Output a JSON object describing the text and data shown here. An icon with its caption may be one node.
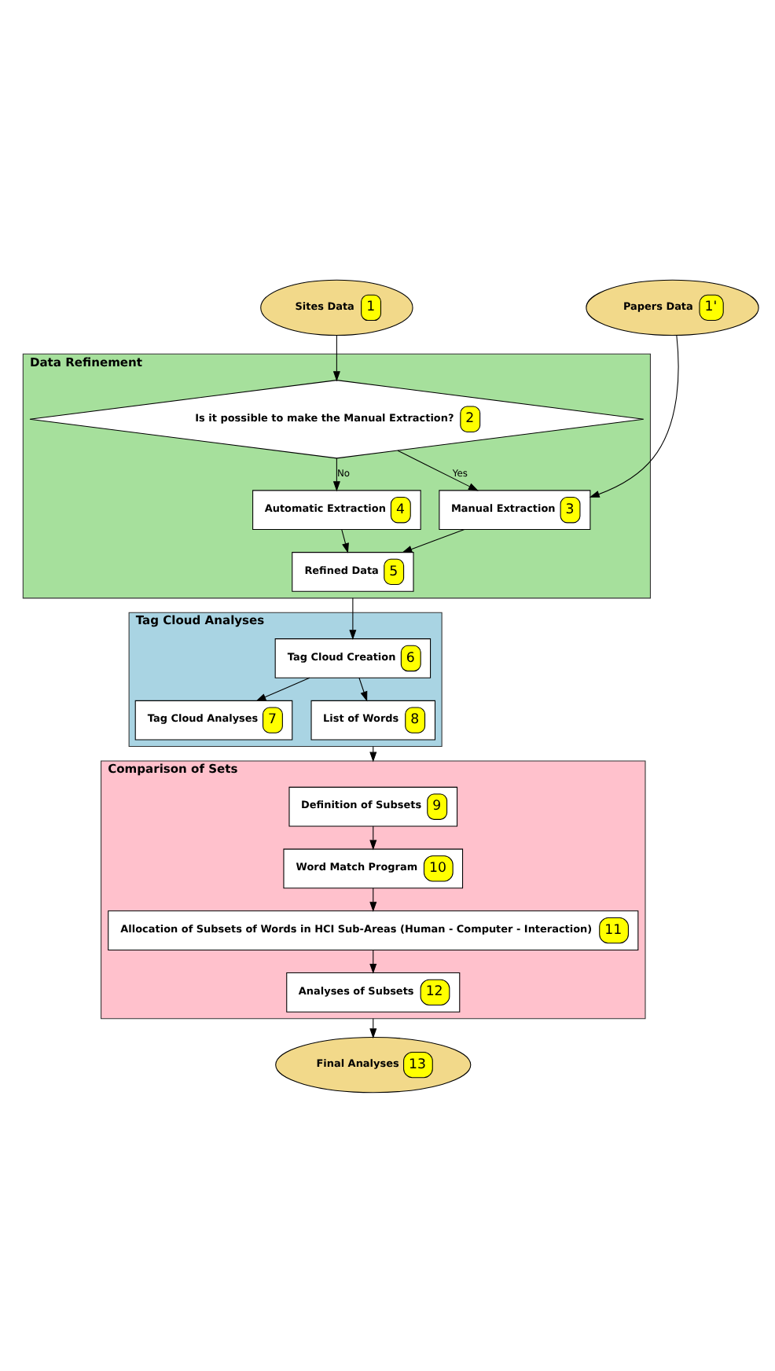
{
  "diagram": {
    "nodes": [
      {
        "text": [
          "Sites Data",
          "1"
        ]
      },
      {
        "text": [
          "Papers Data",
          "1'"
        ]
      },
      {
        "text": [
          "Data Refinement"
        ]
      },
      {
        "text": [
          "Is it possible to make the Manual Extraction?",
          "2"
        ],
        "in": 2
      },
      {
        "text": [
          "Automatic Extraction",
          "4"
        ],
        "in": 2
      },
      {
        "text": [
          "Manual Extraction",
          "3"
        ],
        "in": 2
      },
      {
        "text": [
          "Refined Data",
          "5"
        ],
        "in": 2
      },
      {
        "text": [
          "Tag Cloud Analyses"
        ]
      },
      {
        "text": [
          "Tag Cloud Creation",
          "6"
        ],
        "in": 7
      },
      {
        "text": [
          "Tag Cloud Analyses",
          "7"
        ],
        "in": 7
      },
      {
        "text": [
          "List of Words",
          "8"
        ],
        "in": 7
      },
      {
        "text": [
          "Comparison of Sets"
        ]
      },
      {
        "text": [
          "Definition of Subsets",
          "9"
        ],
        "in": 11
      },
      {
        "text": [
          "Word Match Program",
          "10"
        ],
        "in": 11
      },
      {
        "text": [
          "Allocation of Subsets of Words in HCI Sub-Areas (Human - Computer - Interaction)",
          "11"
        ],
        "in": 11
      },
      {
        "text": [
          "Analyses of Subsets",
          "12"
        ],
        "in": 11
      },
      {
        "text": [
          "Final Analyses",
          "13"
        ]
      }
    ],
    "edges": [
      {
        "from": 0,
        "to": 3,
        "arrow": "to"
      },
      {
        "from": 1,
        "to": 5,
        "arrow": "to"
      },
      {
        "from": 3,
        "to": 4,
        "arrow": "to",
        "label": "No"
      },
      {
        "from": 3,
        "to": 5,
        "arrow": "to",
        "label": "Yes"
      },
      {
        "from": 4,
        "to": 6,
        "arrow": "to"
      },
      {
        "from": 5,
        "to": 6,
        "arrow": "to"
      },
      {
        "from": 2,
        "to": 8,
        "arrow": "to"
      },
      {
        "from": 8,
        "to": 9,
        "arrow": "to"
      },
      {
        "from": 8,
        "to": 10,
        "arrow": "to"
      },
      {
        "from": 7,
        "to": 11,
        "arrow": "to"
      },
      {
        "from": 12,
        "to": 13,
        "arrow": "to"
      },
      {
        "from": 13,
        "to": 14,
        "arrow": "to"
      },
      {
        "from": 14,
        "to": 15,
        "arrow": "to"
      },
      {
        "from": 11,
        "to": 16,
        "arrow": "to"
      }
    ]
  }
}
